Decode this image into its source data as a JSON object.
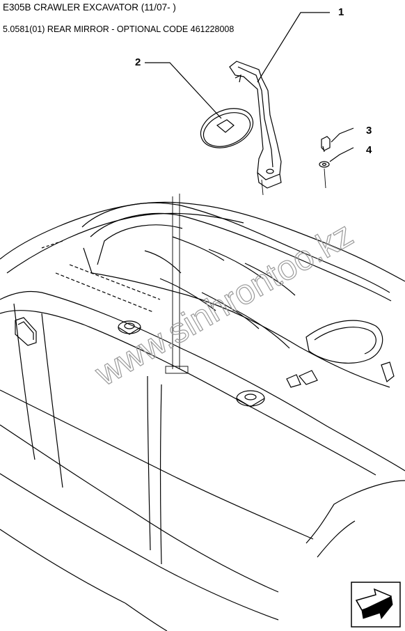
{
  "header": {
    "title": "E305B CRAWLER EXCAVATOR (11/07- )",
    "subtitle": "5.0581(01) REAR MIRROR - OPTIONAL CODE 461228008"
  },
  "callouts": [
    "1",
    "2",
    "3",
    "4"
  ],
  "watermark": "www.sinhrontoo.kz",
  "nav_icon": "next-page-arrow-icon"
}
